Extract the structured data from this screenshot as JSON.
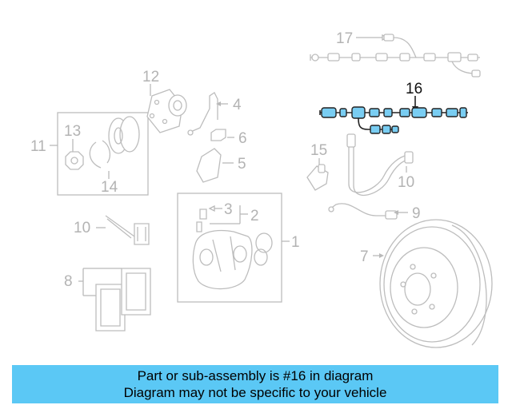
{
  "callouts": {
    "c1": "1",
    "c2": "2",
    "c3": "3",
    "c4": "4",
    "c5": "5",
    "c6": "6",
    "c7": "7",
    "c8": "8",
    "c9": "9",
    "c10a": "10",
    "c10b": "10",
    "c11": "11",
    "c12": "12",
    "c13": "13",
    "c14": "14",
    "c15": "15",
    "c16": "16",
    "c17": "17"
  },
  "highlight": {
    "part_number": "16",
    "color": "#79cdf2"
  },
  "banner": {
    "line1": "Part or sub-assembly is #16 in diagram",
    "line2": "Diagram may not be specific to your vehicle",
    "background": "#5bc8f5"
  }
}
